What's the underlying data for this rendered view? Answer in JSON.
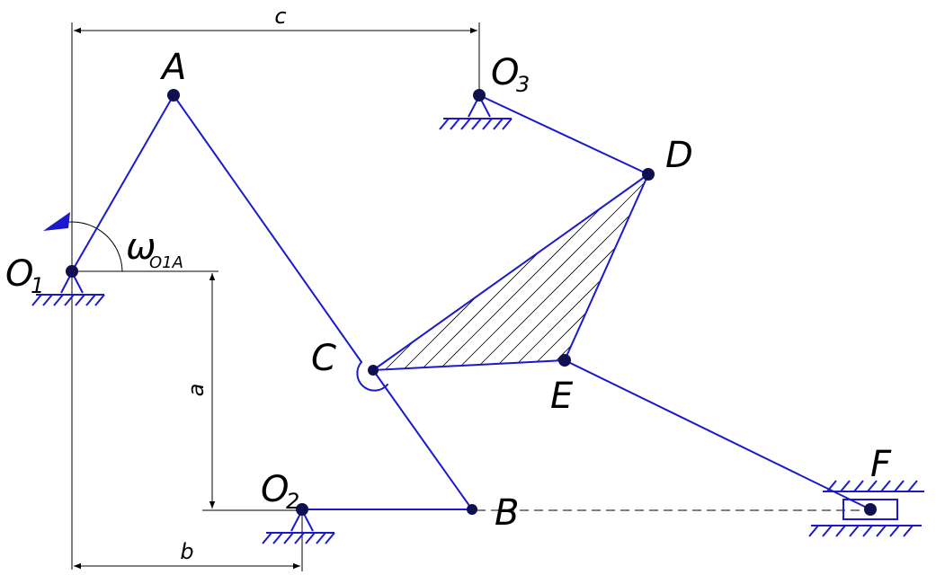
{
  "colors": {
    "link": "#1a1acc",
    "joint": "#101050",
    "line": "#000000"
  },
  "labels": {
    "A": "A",
    "B": "B",
    "C": "C",
    "D": "D",
    "E": "E",
    "F": "F",
    "O1": "O",
    "O1_sub": "1",
    "O2": "O",
    "O2_sub": "2",
    "O3": "O",
    "O3_sub": "3",
    "omega": "ω",
    "omega_sub": "O1A"
  },
  "dimensions": {
    "a": "a",
    "b": "b",
    "c": "c"
  }
}
